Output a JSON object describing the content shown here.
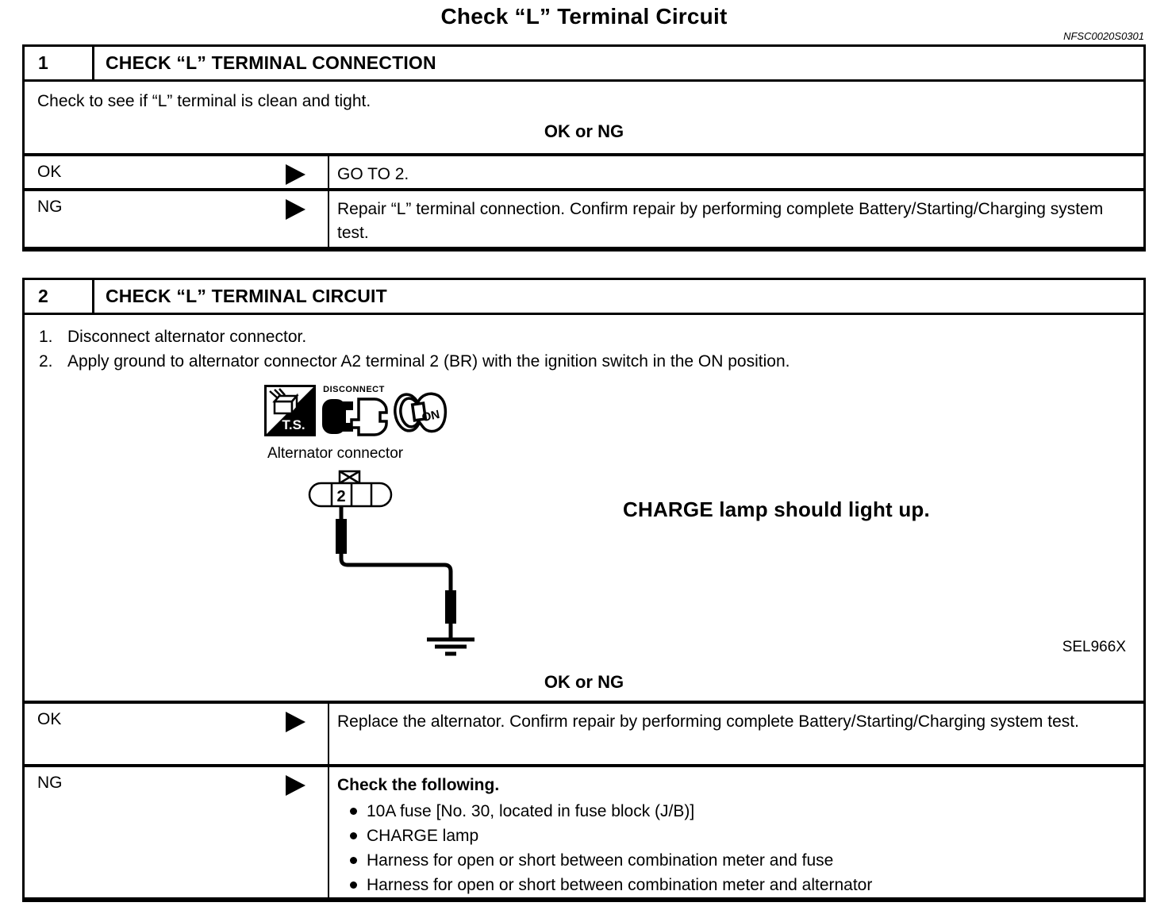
{
  "page": {
    "title": "Check “L” Terminal Circuit",
    "doc_code": "NFSC0020S0301"
  },
  "step1": {
    "number": "1",
    "title": "CHECK “L” TERMINAL CONNECTION",
    "instruction": "Check to see if “L” terminal is clean and tight.",
    "decision_label": "OK or NG",
    "results": [
      {
        "label": "OK",
        "action": "GO TO 2."
      },
      {
        "label": "NG",
        "action": "Repair “L” terminal connection. Confirm repair by performing complete Battery/Starting/Charging system test."
      }
    ]
  },
  "step2": {
    "number": "2",
    "title": "CHECK “L” TERMINAL CIRCUIT",
    "steps": [
      {
        "num": "1.",
        "text": "Disconnect alternator connector."
      },
      {
        "num": "2.",
        "text": "Apply ground to alternator connector A2 terminal 2 (BR) with the ignition switch in the ON position."
      }
    ],
    "figure": {
      "ts_icon_label": "T.S.",
      "disconnect_icon_label": "DISCONNECT",
      "ignition_on_label": "ON",
      "connector_caption": "Alternator connector",
      "terminal_number": "2",
      "callout": "CHARGE lamp should light up.",
      "figure_code": "SEL966X"
    },
    "decision_label": "OK or NG",
    "results": [
      {
        "label": "OK",
        "action": "Replace the alternator. Confirm repair by performing complete Battery/Starting/Charging system test."
      },
      {
        "label": "NG",
        "heading": "Check the following.",
        "checklist": [
          "10A fuse [No. 30, located in fuse block (J/B)]",
          "CHARGE lamp",
          "Harness for open or short between combination meter and fuse",
          "Harness for open or short between combination meter and alternator"
        ]
      }
    ]
  }
}
